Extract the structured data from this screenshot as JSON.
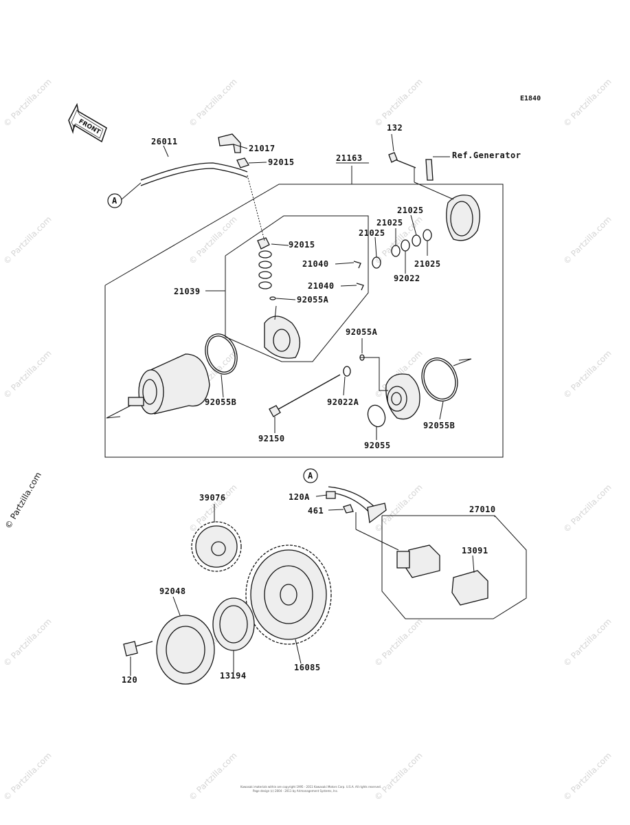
{
  "diagram_code": "E1840",
  "front_label": "FRONT",
  "ref_label": "Ref.Generator",
  "circle_ref": "A",
  "labels": {
    "p132": "132",
    "p26011": "26011",
    "p21017": "21017",
    "p92015_top": "92015",
    "p21163": "21163",
    "p21025_a": "21025",
    "p21025_b": "21025",
    "p21025_c": "21025",
    "p21025_d": "21025",
    "p92022": "92022",
    "p92015_mid": "92015",
    "p21040_a": "21040",
    "p21040_b": "21040",
    "p21039": "21039",
    "p92055A_a": "92055A",
    "p92055A_b": "92055A",
    "p92055B_a": "92055B",
    "p92022A": "92022A",
    "p92055B_b": "92055B",
    "p92150": "92150",
    "p92055": "92055",
    "p120A": "120A",
    "p461": "461",
    "p27010": "27010",
    "p39076": "39076",
    "p13091": "13091",
    "p92048": "92048",
    "p120": "120",
    "p13194": "13194",
    "p16085": "16085"
  },
  "watermark": "© Partzilla.com",
  "copyright_line1": "Kawasaki materials within are copyright 1995 - 2011 Kawasaki Motors Corp. U.S.A. All rights reserved.",
  "copyright_line2": "Page design (c) 2004 - 2011 by Arimanagement Systems, Inc."
}
